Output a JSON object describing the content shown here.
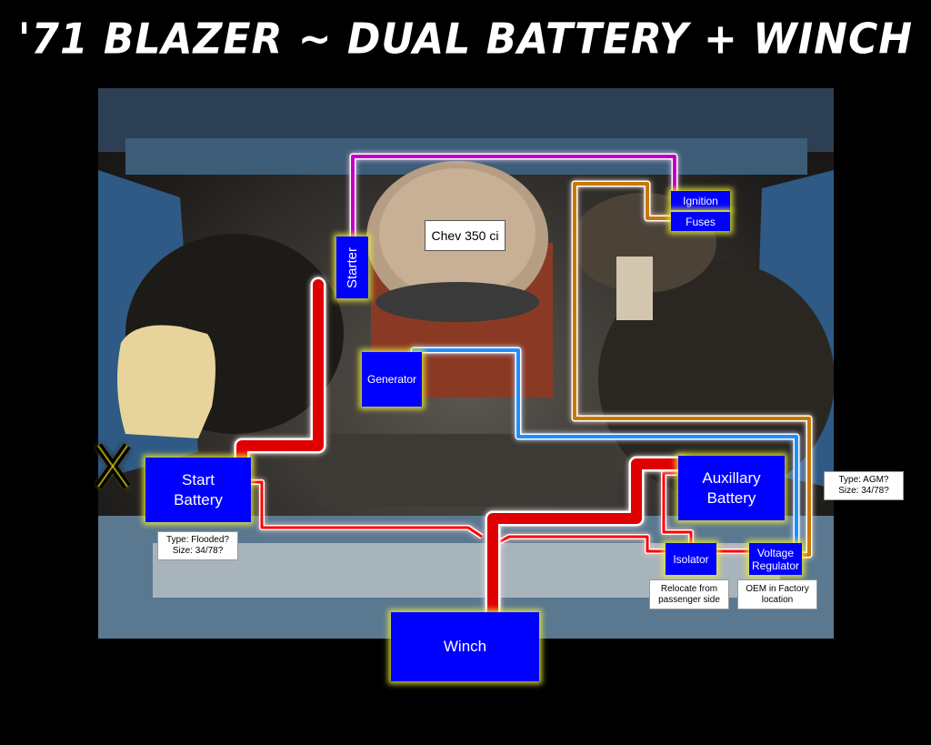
{
  "title": "'71 BLAZER ~ DUAL BATTERY + WINCH",
  "components": {
    "starter": "Starter",
    "engine": "Chev 350 ci",
    "ignition": "Ignition",
    "fuses": "Fuses",
    "generator": "Generator",
    "start_battery": "Start Battery",
    "auxiliary_battery": "Auxillary Battery",
    "isolator": "Isolator",
    "voltage_regulator": "Voltage Regulator",
    "winch": "Winch"
  },
  "notes": {
    "start_battery": "Type: Flooded?\nSize: 34/78?",
    "auxiliary_battery": "Type: AGM?\nSize: 34/78?",
    "isolator": "Relocate from passenger side",
    "voltage_regulator": "OEM in Factory location"
  },
  "marks": {
    "removed": "X"
  },
  "colors": {
    "box": "#0000ff",
    "glow": "#f0f04a",
    "power_cable": "#ff0000",
    "starter_wire": "#c000c0",
    "generator_wire": "#1e90ff",
    "ignition_wire": "#c87800"
  }
}
